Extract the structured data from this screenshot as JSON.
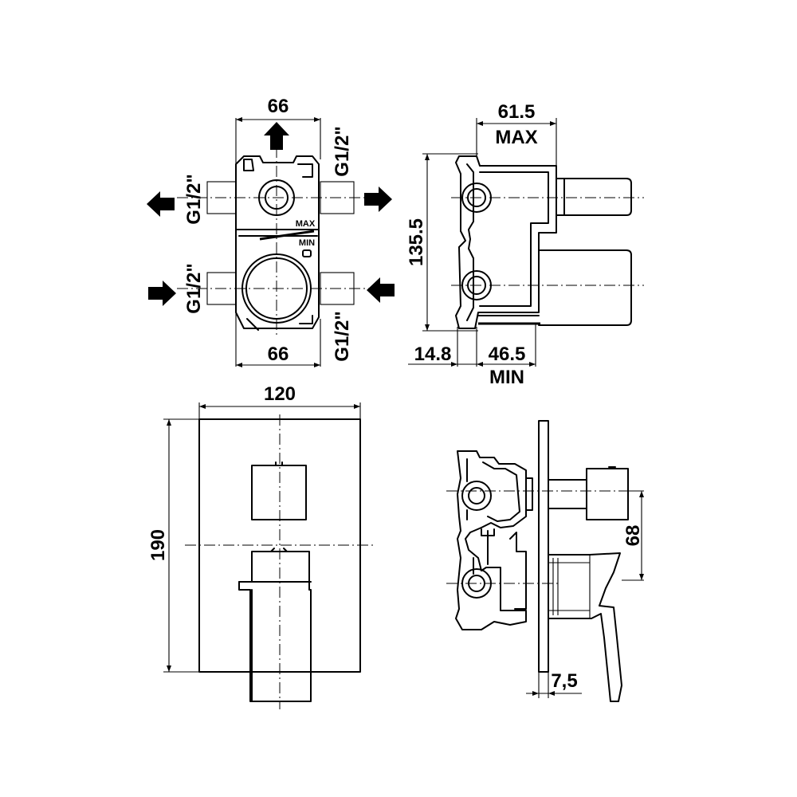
{
  "top_view": {
    "width_top": "66",
    "width_bottom": "66",
    "thread_left_top": "G1/2\"",
    "thread_right_top": "G1/2\"",
    "thread_left_bottom": "G1/2\"",
    "thread_right_bottom": "G1/2\"",
    "marker_max": "MAX",
    "marker_min": "MIN"
  },
  "side_view": {
    "depth_max": "61.5",
    "max_label": "MAX",
    "height": "135.5",
    "offset": "14.8",
    "depth_min": "46.5",
    "min_label": "MIN"
  },
  "front_view": {
    "plate_width": "120",
    "plate_height": "190"
  },
  "installed_view": {
    "handle_offset": "68",
    "plate_thickness": "7,5"
  }
}
